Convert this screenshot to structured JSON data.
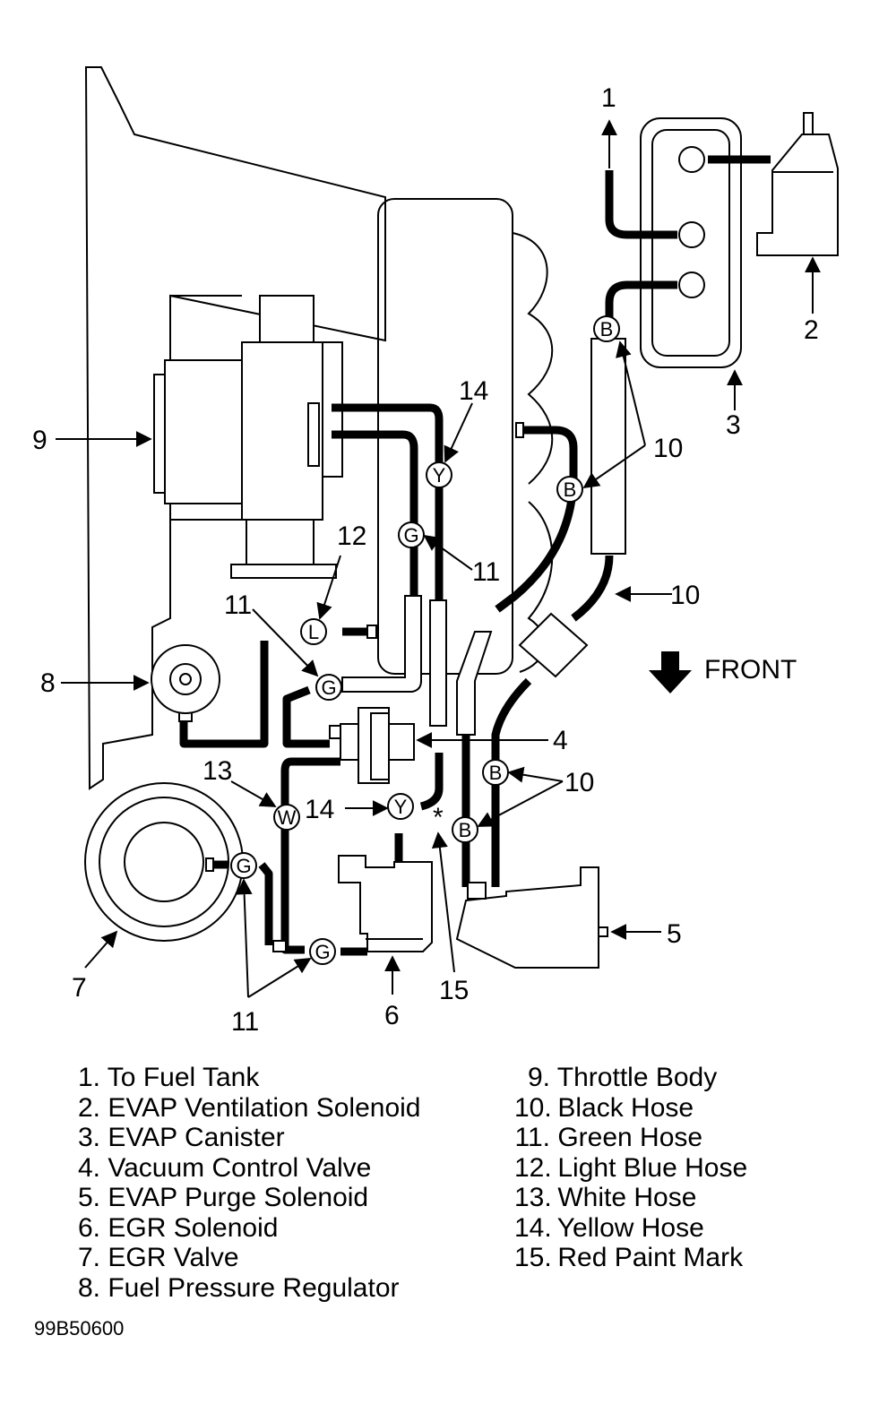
{
  "figure_code": "99B50600",
  "front_label": "FRONT",
  "hose_tags": {
    "black": "B",
    "green": "G",
    "light_blue": "L",
    "white": "W",
    "yellow": "Y"
  },
  "callouts": {
    "n1": "1",
    "n2": "2",
    "n3": "3",
    "n4": "4",
    "n5": "5",
    "n6": "6",
    "n7": "7",
    "n8": "8",
    "n9": "9",
    "n10": "10",
    "n11": "11",
    "n12": "12",
    "n13": "13",
    "n14": "14",
    "n15": "15",
    "star": "*"
  },
  "legend": {
    "left": [
      {
        "num": "1.",
        "text": "To Fuel Tank"
      },
      {
        "num": "2.",
        "text": "EVAP Ventilation Solenoid"
      },
      {
        "num": "3.",
        "text": "EVAP Canister"
      },
      {
        "num": "4.",
        "text": "Vacuum Control Valve"
      },
      {
        "num": "5.",
        "text": "EVAP Purge Solenoid"
      },
      {
        "num": "6.",
        "text": "EGR Solenoid"
      },
      {
        "num": "7.",
        "text": "EGR Valve"
      },
      {
        "num": "8.",
        "text": "Fuel Pressure Regulator"
      }
    ],
    "right": [
      {
        "num": "9.",
        "text": "Throttle Body"
      },
      {
        "num": "10.",
        "text": "Black Hose"
      },
      {
        "num": "11.",
        "text": "Green Hose"
      },
      {
        "num": "12.",
        "text": "Light Blue Hose"
      },
      {
        "num": "13.",
        "text": "White Hose"
      },
      {
        "num": "14.",
        "text": "Yellow Hose"
      },
      {
        "num": "15.",
        "text": "Red Paint Mark"
      }
    ]
  }
}
